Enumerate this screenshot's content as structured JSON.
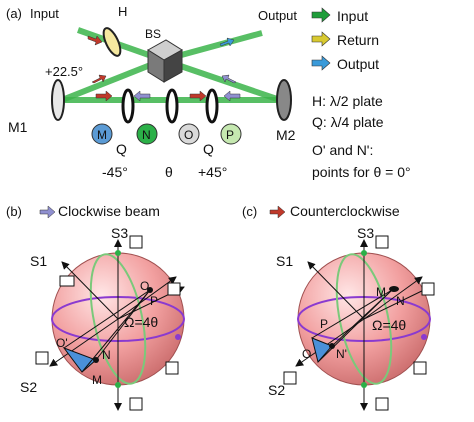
{
  "panels": {
    "a": "(a)",
    "b": "(b)",
    "c": "(c)"
  },
  "setup": {
    "input_label": "Input",
    "output_label": "Output",
    "h_label": "H",
    "bs_label": "BS",
    "angle_plus_22": "+22.5°",
    "m1_label": "M1",
    "m2_label": "M2",
    "q_left": "Q",
    "q_right": "Q",
    "theta": "θ",
    "angle_minus_45": "-45°",
    "angle_plus_45": "+45°",
    "points": [
      {
        "label": "M",
        "color": "#5b9bd5"
      },
      {
        "label": "N",
        "color": "#2bb048"
      },
      {
        "label": "O",
        "color": "#d9d9d9"
      },
      {
        "label": "P",
        "color": "#c5e8b0"
      }
    ]
  },
  "legend": {
    "items": [
      {
        "label": "Input",
        "color": "#1f9d3a"
      },
      {
        "label": "Return",
        "color": "#d8c930"
      },
      {
        "label": "Output",
        "color": "#3a9ad9"
      }
    ],
    "h_note": "H: λ/2 plate",
    "q_note": "Q: λ/4 plate",
    "o_note_1": "O' and N':",
    "o_note_2": "points for θ = 0°"
  },
  "sphere_b": {
    "title": "Clockwise beam",
    "s1": "S1",
    "s2": "S2",
    "s3": "S3",
    "omega": "Ω=4θ",
    "points": [
      "O",
      "P",
      "O'",
      "N",
      "M"
    ]
  },
  "sphere_c": {
    "title": "Counterclockwise",
    "s1": "S1",
    "s2": "S2",
    "s3": "S3",
    "omega": "Ω=4θ",
    "points": [
      "M",
      "N",
      "P",
      "O",
      "N'"
    ]
  },
  "colors": {
    "sphere": "#f2a0a0",
    "meridian": "#7ac97a",
    "equator": "#8a3ad0",
    "input_beam": "#2fa040",
    "red_arrow": "#c0392b",
    "lavender_arrow": "#9090d0"
  }
}
